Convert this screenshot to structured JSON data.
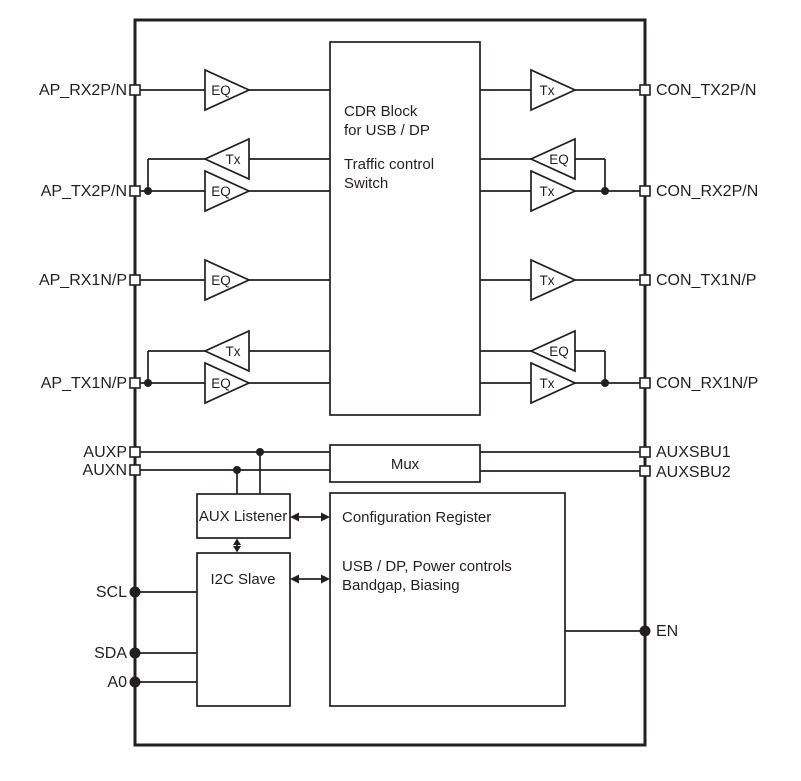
{
  "colors": {
    "ink": "#231f20",
    "background": "#ffffff"
  },
  "chip": {
    "pins_left": [
      {
        "label": "AP_RX2P/N"
      },
      {
        "label": "AP_TX2P/N"
      },
      {
        "label": "AP_RX1N/P"
      },
      {
        "label": "AP_TX1N/P"
      },
      {
        "label": "AUXP"
      },
      {
        "label": "AUXN"
      },
      {
        "label": "SCL"
      },
      {
        "label": "SDA"
      },
      {
        "label": "A0"
      }
    ],
    "pins_right": [
      {
        "label": "CON_TX2P/N"
      },
      {
        "label": "CON_RX2P/N"
      },
      {
        "label": "CON_TX1N/P"
      },
      {
        "label": "CON_RX1N/P"
      },
      {
        "label": "AUXSBU1"
      },
      {
        "label": "AUXSBU2"
      },
      {
        "label": "EN"
      }
    ],
    "blocks": {
      "cdr": {
        "line1": "CDR Block",
        "line2": "for USB / DP",
        "line3": "Traffic control",
        "line4": "Switch"
      },
      "mux": {
        "label": "Mux"
      },
      "aux_listener": {
        "label": "AUX Listener"
      },
      "i2c_slave": {
        "label": "I2C Slave"
      },
      "config_register": {
        "line1": "Configuration Register",
        "line2": "USB / DP, Power controls",
        "line3": "Bandgap, Biasing"
      }
    },
    "amp_labels": {
      "eq": "EQ",
      "tx": "Tx"
    }
  }
}
